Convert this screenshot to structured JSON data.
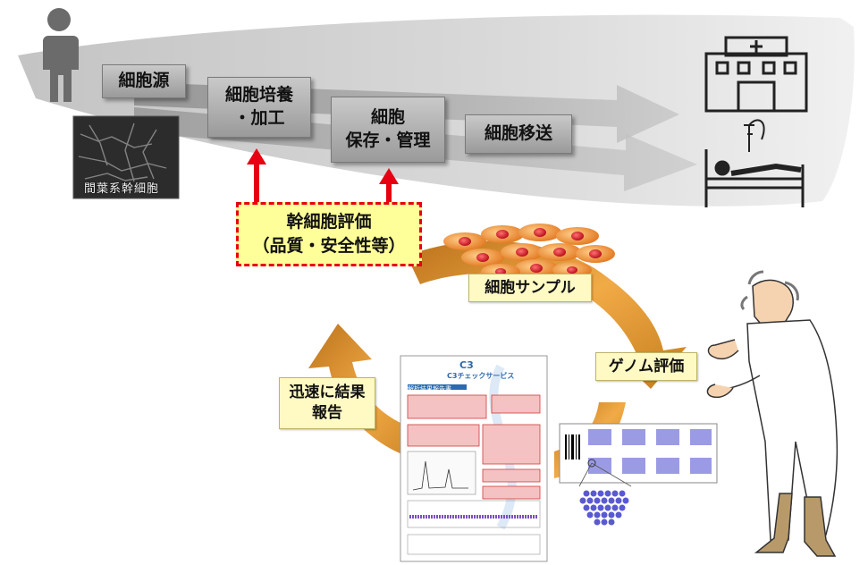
{
  "flow": {
    "step1": "細胞源",
    "step2": "細胞培養\n・加工",
    "step3": "細胞\n保存・管理",
    "step4": "細胞移送"
  },
  "micrograph_label": "間葉系幹細胞",
  "evaluation_box": "幹細胞評価\n（品質・安全性等）",
  "cycle": {
    "cell_sample": "細胞サンプル",
    "genome_eval": "ゲノム評価",
    "quick_report": "迅速に結果\n報告"
  },
  "report": {
    "logo": "C3",
    "company": "C3チェックサービス",
    "title": "解析結果報告書"
  },
  "colors": {
    "evaluation_arrow": "#e60012",
    "cycle_arrow": "#d98a1e",
    "flow_box": "#b0b0b0"
  }
}
